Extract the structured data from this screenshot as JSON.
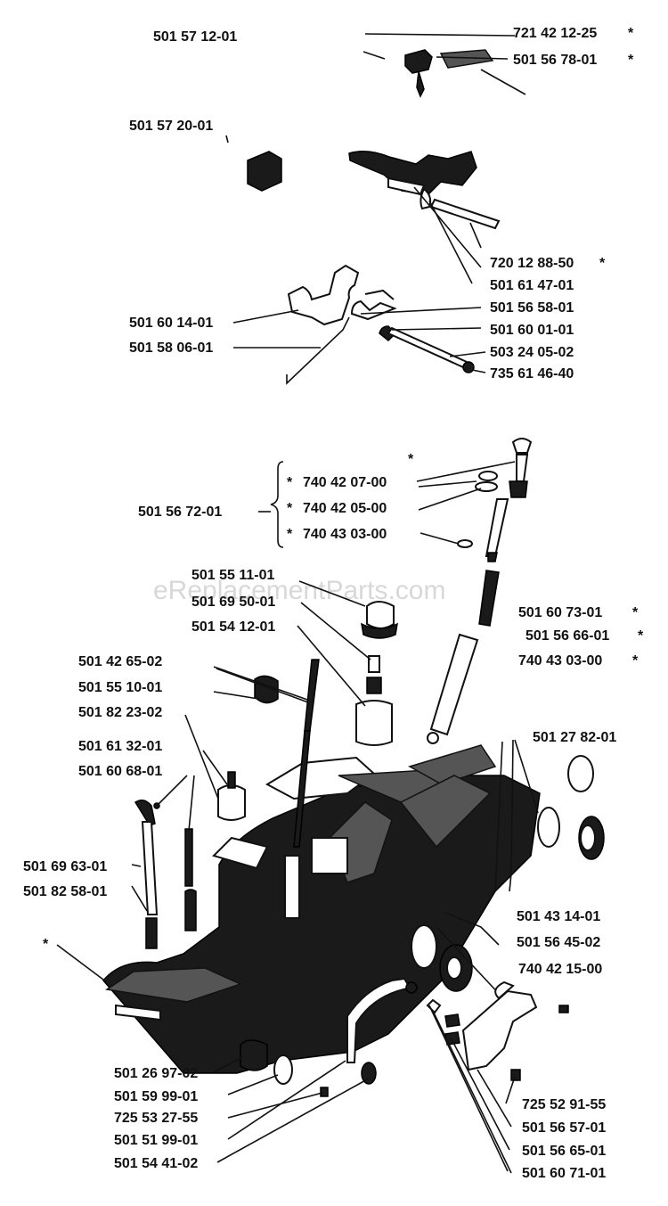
{
  "watermark": "eReplacementParts.com",
  "labels": [
    {
      "id": "p01",
      "text": "501 57 12-01"
    },
    {
      "id": "p02",
      "text": "721 42 12-25"
    },
    {
      "id": "p03",
      "text": "501 56 78-01"
    },
    {
      "id": "p04",
      "text": "501 57 20-01"
    },
    {
      "id": "p05",
      "text": "720 12 88-50"
    },
    {
      "id": "p06",
      "text": "501 61 47-01"
    },
    {
      "id": "p07",
      "text": "501 56 58-01"
    },
    {
      "id": "p08",
      "text": "501 60 14-01"
    },
    {
      "id": "p09",
      "text": "501 60 01-01"
    },
    {
      "id": "p10",
      "text": "501 58 06-01"
    },
    {
      "id": "p11",
      "text": "503 24 05-02"
    },
    {
      "id": "p12",
      "text": "735 61 46-40"
    },
    {
      "id": "p13",
      "text": "740 42 07-00"
    },
    {
      "id": "p14",
      "text": "501 56 72-01"
    },
    {
      "id": "p15",
      "text": "740 42 05-00"
    },
    {
      "id": "p16",
      "text": "740 43 03-00"
    },
    {
      "id": "p17",
      "text": "501 55 11-01"
    },
    {
      "id": "p18",
      "text": "501 69 50-01"
    },
    {
      "id": "p19",
      "text": "501 60 73-01"
    },
    {
      "id": "p20",
      "text": "501 54 12-01"
    },
    {
      "id": "p21",
      "text": "501 56 66-01"
    },
    {
      "id": "p22",
      "text": "740 43 03-00"
    },
    {
      "id": "p23",
      "text": "501 42 65-02"
    },
    {
      "id": "p24",
      "text": "501 55 10-01"
    },
    {
      "id": "p25",
      "text": "501 82 23-02"
    },
    {
      "id": "p26",
      "text": "501 27 82-01"
    },
    {
      "id": "p27",
      "text": "501 61 32-01"
    },
    {
      "id": "p28",
      "text": "501 60 68-01"
    },
    {
      "id": "p29",
      "text": "501 69 63-01"
    },
    {
      "id": "p30",
      "text": "501 82 58-01"
    },
    {
      "id": "p31",
      "text": "501 43 14-01"
    },
    {
      "id": "p32",
      "text": "501 56 45-02"
    },
    {
      "id": "p33",
      "text": "740 42 15-00"
    },
    {
      "id": "p34",
      "text": "501 26 97-02"
    },
    {
      "id": "p35",
      "text": "501 59 99-01"
    },
    {
      "id": "p36",
      "text": "725 52 91-55"
    },
    {
      "id": "p37",
      "text": "725 53 27-55"
    },
    {
      "id": "p38",
      "text": "501 56 57-01"
    },
    {
      "id": "p39",
      "text": "501 51 99-01"
    },
    {
      "id": "p40",
      "text": "501 56 65-01"
    },
    {
      "id": "p41",
      "text": "501 54 41-02"
    },
    {
      "id": "p42",
      "text": "501 60 71-01"
    }
  ],
  "asterisk": "*"
}
